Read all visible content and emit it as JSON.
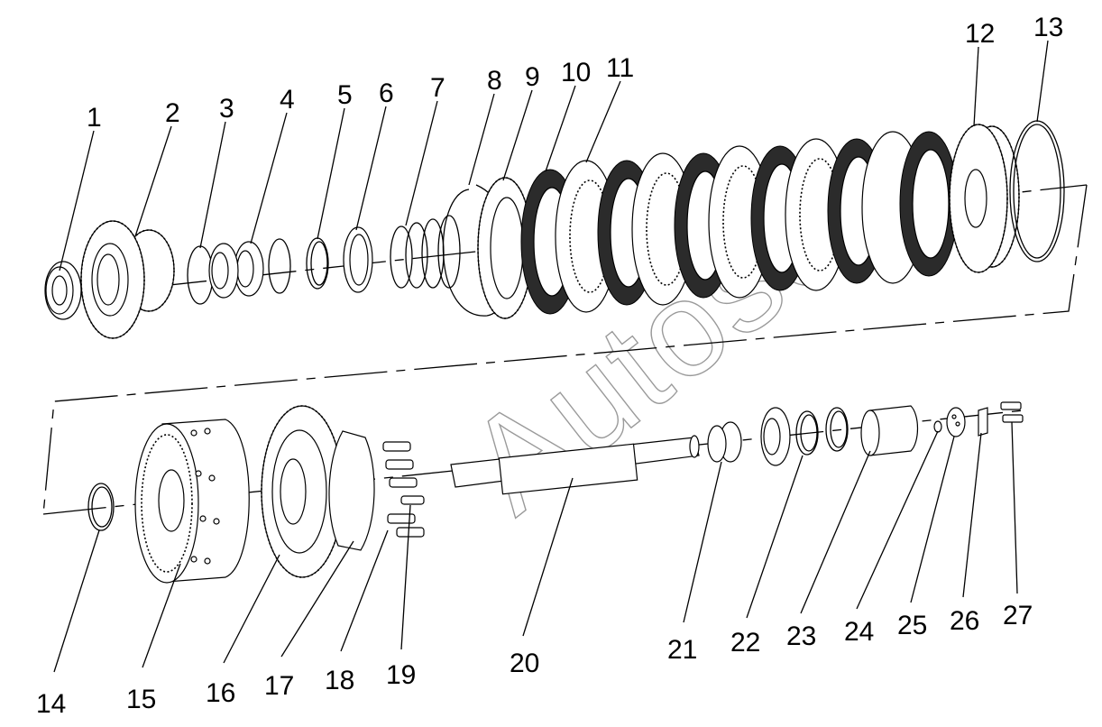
{
  "watermark": "Autoset",
  "callouts": [
    "1",
    "2",
    "3",
    "4",
    "5",
    "6",
    "7",
    "8",
    "9",
    "10",
    "11",
    "12",
    "13",
    "14",
    "15",
    "16",
    "17",
    "18",
    "19",
    "20",
    "21",
    "22",
    "23",
    "24",
    "25",
    "26",
    "27"
  ]
}
